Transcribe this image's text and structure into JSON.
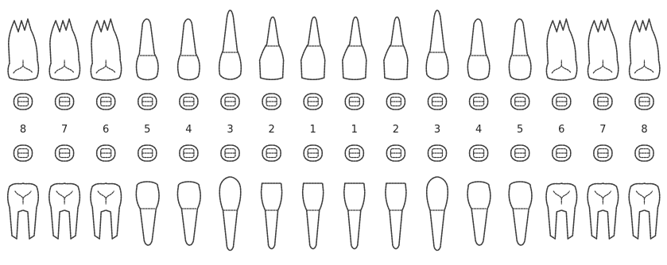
{
  "chart": {
    "upper_arch": [
      {
        "number": "8",
        "type": "molar"
      },
      {
        "number": "7",
        "type": "molar"
      },
      {
        "number": "6",
        "type": "molar"
      },
      {
        "number": "5",
        "type": "premolar"
      },
      {
        "number": "4",
        "type": "premolar"
      },
      {
        "number": "3",
        "type": "canine"
      },
      {
        "number": "2",
        "type": "incisor"
      },
      {
        "number": "1",
        "type": "incisor"
      },
      {
        "number": "1",
        "type": "incisor"
      },
      {
        "number": "2",
        "type": "incisor"
      },
      {
        "number": "3",
        "type": "canine"
      },
      {
        "number": "4",
        "type": "premolar"
      },
      {
        "number": "5",
        "type": "premolar"
      },
      {
        "number": "6",
        "type": "molar"
      },
      {
        "number": "7",
        "type": "molar"
      },
      {
        "number": "8",
        "type": "molar"
      }
    ],
    "lower_arch": [
      {
        "type": "molar"
      },
      {
        "type": "molar"
      },
      {
        "type": "molar"
      },
      {
        "type": "premolar"
      },
      {
        "type": "premolar"
      },
      {
        "type": "canine"
      },
      {
        "type": "incisor"
      },
      {
        "type": "incisor"
      },
      {
        "type": "incisor"
      },
      {
        "type": "incisor"
      },
      {
        "type": "canine"
      },
      {
        "type": "premolar"
      },
      {
        "type": "premolar"
      },
      {
        "type": "molar"
      },
      {
        "type": "molar"
      },
      {
        "type": "molar"
      }
    ],
    "colors": {
      "line": "#3a3a3a",
      "text": "#222222",
      "background": "#ffffff"
    }
  }
}
